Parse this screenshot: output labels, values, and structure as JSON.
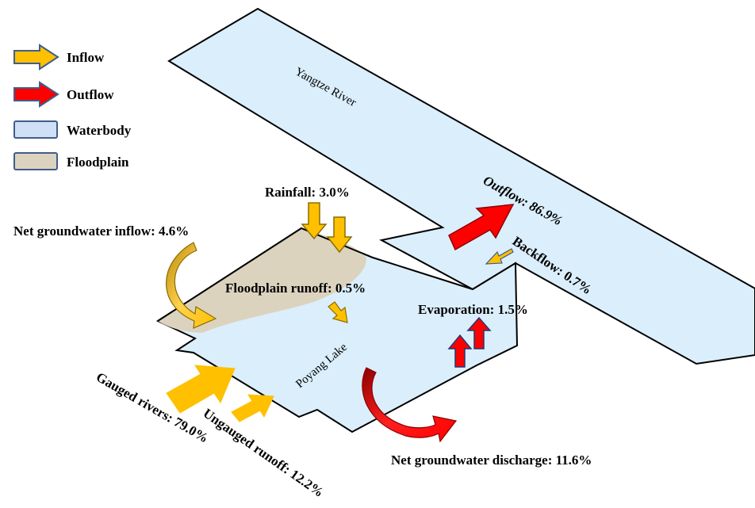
{
  "colors": {
    "inflow": "#ffc000",
    "inflow_stroke": "#b38600",
    "outflow": "#ff0000",
    "outflow_stroke": "#8b0000",
    "waterbody": "#dbeefb",
    "floodplain": "#dcd3bf",
    "outline": "#000000",
    "legend_stroke": "#3f5e8a",
    "groundwater_inflow": "#d4a017",
    "evaporation_stroke": "#1f3a7a"
  },
  "legend": {
    "inflow": "Inflow",
    "outflow": "Outflow",
    "waterbody": "Waterbody",
    "floodplain": "Floodplain"
  },
  "places": {
    "river": "Yangtze River",
    "lake": "Poyang Lake"
  },
  "flows": {
    "rainfall": "Rainfall:  3.0%",
    "net_groundwater_inflow": "Net groundwater  inflow:  4.6%",
    "floodplain_runoff": "Floodplain  runoff:  0.5%",
    "evaporation": "Evaporation:  1.5%",
    "outflow": "Outflow:  86.9%",
    "backflow": "Backflow:  0.7%",
    "gauged_rivers": "Gauged rivers:  79.0%",
    "ungauged_runoff": "Ungauged runoff:  12.2%",
    "net_groundwater_discharge": "Net groundwater  discharge:  11.6%"
  }
}
